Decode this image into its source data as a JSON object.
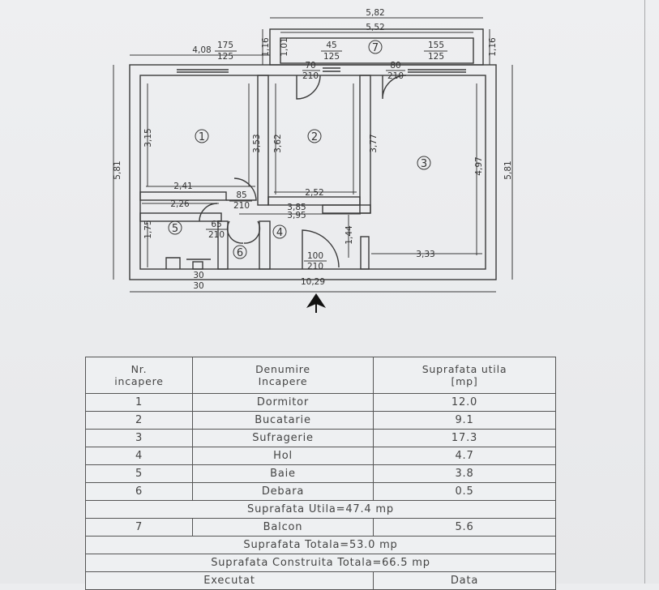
{
  "plan": {
    "dims": {
      "balcony_width": "5,82",
      "balcony_inner": "5,52",
      "balcony_depth_left": "1,16",
      "balcony_depth_right": "1,16",
      "balcony_wall": "1,01",
      "left_wing_width": "4,08",
      "window_1_top": "175",
      "window_1_bottom": "125",
      "window_2_top": "45",
      "window_2_bottom": "125",
      "window_3_top": "155",
      "window_3_bottom": "125",
      "door_kitchen_top": "70",
      "door_kitchen_bottom": "210",
      "door_living_top": "80",
      "door_living_bottom": "210",
      "total_height_left": "5,81",
      "total_height_right": "5,81",
      "room1_height": "3,15",
      "room1_height_b": "3,53",
      "room2_height": "3,62",
      "room2_height_b": "3,77",
      "room3_height": "4,97",
      "room1_width": "2,41",
      "room2_width": "2,52",
      "bath_width": "2,26",
      "bath_height": "1,75",
      "door_bath_top": "65",
      "door_bath_bottom": "210",
      "door_room1_top": "85",
      "door_room1_bottom": "210",
      "hall_width_a": "3,85",
      "hall_width_b": "3,95",
      "hall_height": "1,44",
      "room3_width": "3,33",
      "entry_door_top": "100",
      "entry_door_bottom": "210",
      "vent_top": "30",
      "vent_bottom": "30",
      "total_width": "10,29"
    },
    "room_numbers": [
      "1",
      "2",
      "3",
      "4",
      "5",
      "6",
      "7"
    ]
  },
  "table": {
    "header": {
      "nr": "Nr.\nincapere",
      "name": "Denumire\nIncapere",
      "area": "Suprafata utila\n[mp]"
    },
    "rows": [
      {
        "nr": "1",
        "name": "Dormitor",
        "area": "12.0"
      },
      {
        "nr": "2",
        "name": "Bucatarie",
        "area": "9.1"
      },
      {
        "nr": "3",
        "name": "Sufragerie",
        "area": "17.3"
      },
      {
        "nr": "4",
        "name": "Hol",
        "area": "4.7"
      },
      {
        "nr": "5",
        "name": "Baie",
        "area": "3.8"
      },
      {
        "nr": "6",
        "name": "Debara",
        "area": "0.5"
      }
    ],
    "useful_total": "Suprafata Utila=47.4 mp",
    "balcony_row": {
      "nr": "7",
      "name": "Balcon",
      "area": "5.6"
    },
    "total_area": "Suprafata Totala=53.0 mp",
    "built_area": "Suprafata Construita Totala=66.5 mp",
    "footer_left": "Executat",
    "footer_right": "Data"
  }
}
